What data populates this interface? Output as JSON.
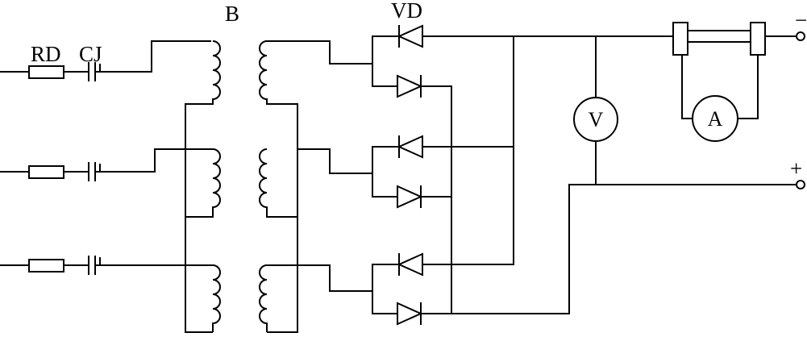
{
  "labels": {
    "resistor": "RD",
    "contactor": "CJ",
    "transformer": "B",
    "diodes": "VD",
    "voltmeter": "V",
    "ammeter": "A",
    "terminal_negative": "−",
    "terminal_positive": "+"
  }
}
